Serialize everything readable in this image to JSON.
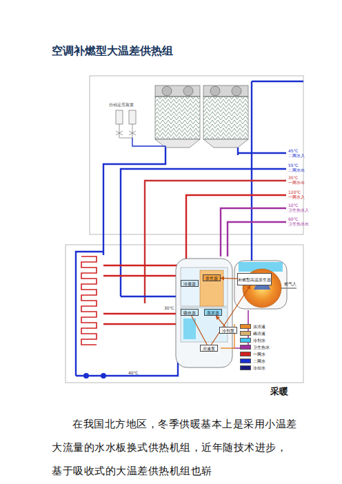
{
  "diagram": {
    "title": "空调补燃型大温差供热组",
    "caption": "采暖",
    "nodes": [
      {
        "text": [
          "冷凝器"
        ]
      },
      {
        "text": [
          "发生器"
        ]
      },
      {
        "text": [
          "吸收器"
        ]
      },
      {
        "text": [
          "蒸发器"
        ]
      },
      {
        "text": [
          "补燃型高温发生器"
        ]
      },
      {
        "text": [
          "溶液泵"
        ]
      },
      {
        "text": [
          "冷剂泵"
        ]
      }
    ],
    "edges": [
      {
        "from": 4,
        "to": 1,
        "arrow": "to"
      },
      {
        "from": 2,
        "to": 5,
        "arrow": "none"
      },
      {
        "from": 5,
        "to": 4,
        "arrow": "to"
      },
      {
        "from": 6,
        "to": 3,
        "arrow": "to"
      }
    ],
    "labels": [
      "自动定压装置",
      "45℃",
      "二网水入",
      "55℃",
      "二网水出",
      "35℃",
      "一网水出",
      "120℃",
      "一网水入",
      "10℃",
      "卫生热水入",
      "60℃",
      "卫生热水出",
      "30℃",
      "40℃",
      "燃气入",
      "在我国北方地区，冬季供暖基本上是采用小温差大流量的水水板换式供热机组，近年随技术进步，基于吸收式的大温差供热机组也崭"
    ],
    "legend": [
      {
        "text": "浓溶液",
        "color": "#e88a2a"
      },
      {
        "text": "稀溶液",
        "color": "#d8b070"
      },
      {
        "text": "冷剂水",
        "color": "#3fc5f0"
      },
      {
        "text": "卫生热水",
        "color": "#a030a0"
      },
      {
        "text": "一网水",
        "color": "#d02020"
      },
      {
        "text": "二网水",
        "color": "#1a2fd0"
      },
      {
        "text": "冷却水",
        "color": "#1a1a80"
      }
    ]
  }
}
